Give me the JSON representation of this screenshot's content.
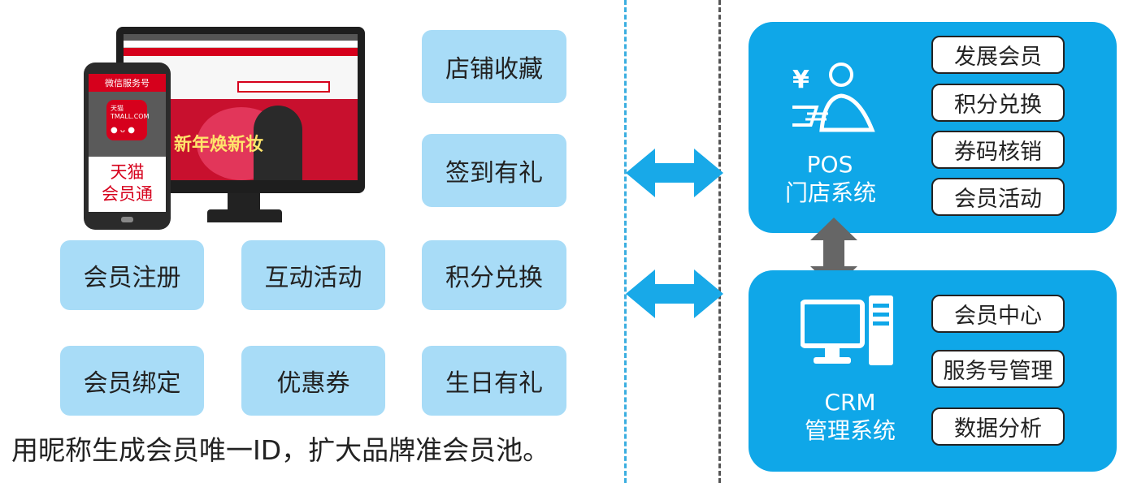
{
  "phone": {
    "header": "微信服务号",
    "app_text": [
      "天猫",
      "TMALL.COM"
    ],
    "label_line1": "天猫",
    "label_line2": "会员通"
  },
  "monitor": {
    "banner_text": "新年焕新妆"
  },
  "features": [
    "店铺收藏",
    "签到有礼",
    "会员注册",
    "互动活动",
    "积分兑换",
    "会员绑定",
    "优惠券",
    "生日有礼"
  ],
  "tagline": "用昵称生成会员唯一ID，扩大品牌准会员池。",
  "pos": {
    "label_line1": "POS",
    "label_line2": "门店系统",
    "items": [
      "发展会员",
      "积分兑换",
      "券码核销",
      "会员活动"
    ],
    "icon": "cashier-icon"
  },
  "crm": {
    "label_line1": "CRM",
    "label_line2": "管理系统",
    "items": [
      "会员中心",
      "服务号管理",
      "数据分析"
    ],
    "icon": "computer-icon"
  },
  "colors": {
    "tile": "#a8dcf7",
    "panel": "#0fa7e8",
    "arrow_blue": "#18a9e8",
    "arrow_gray": "#666666",
    "tmall_red": "#d6001c"
  }
}
